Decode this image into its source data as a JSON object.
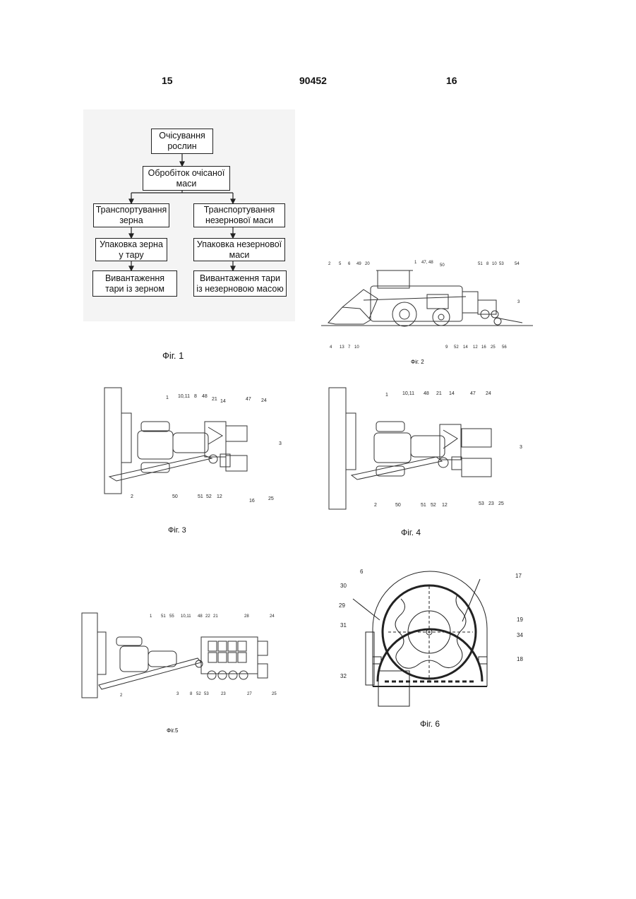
{
  "header": {
    "left_page": "15",
    "patent_number": "90452",
    "right_page": "16"
  },
  "fig1": {
    "caption": "Фіг. 1",
    "boxes": {
      "cleaning": "Очісування рослин",
      "processing": "Обробіток очісаної маси",
      "transport_grain": "Транспортування зерна",
      "transport_nongrain": "Транспортування незернової маси",
      "pack_grain": "Упаковка зерна у тару",
      "pack_nongrain": "Упаковка незернової маси",
      "unload_grain": "Вивантаження тари із зерном",
      "unload_nongrain": "Вивантаження тари із незерновою масою"
    }
  },
  "fig2": {
    "caption": "Фіг. 2",
    "labels_top": [
      "2",
      "5",
      "6",
      "49",
      "20",
      "1",
      "47, 48",
      "50",
      "51",
      "8",
      "10",
      "53",
      "54"
    ],
    "labels_bottom": [
      "4",
      "13",
      "7",
      "10",
      "9",
      "52",
      "14",
      "12",
      "16",
      "25",
      "56"
    ],
    "label_side": "3"
  },
  "fig3": {
    "caption": "Фіг. 3",
    "labels": [
      "1",
      "10,11",
      "8",
      "48",
      "21",
      "14",
      "47",
      "24",
      "3",
      "2",
      "50",
      "51",
      "52",
      "12",
      "16",
      "25"
    ]
  },
  "fig4": {
    "caption": "Фіг. 4",
    "labels": [
      "1",
      "10,11",
      "48",
      "21",
      "14",
      "47",
      "24",
      "3",
      "2",
      "50",
      "51",
      "52",
      "12",
      "53",
      "23",
      "25"
    ]
  },
  "fig5": {
    "caption": "Фіг.5",
    "labels": [
      "1",
      "51",
      "55",
      "10,11",
      "48",
      "22",
      "21",
      "28",
      "24",
      "2",
      "3",
      "8",
      "52",
      "53",
      "23",
      "27",
      "25"
    ]
  },
  "fig6": {
    "caption": "Фіг. 6",
    "labels": [
      "6",
      "30",
      "29",
      "31",
      "32",
      "17",
      "19",
      "34",
      "18"
    ]
  }
}
